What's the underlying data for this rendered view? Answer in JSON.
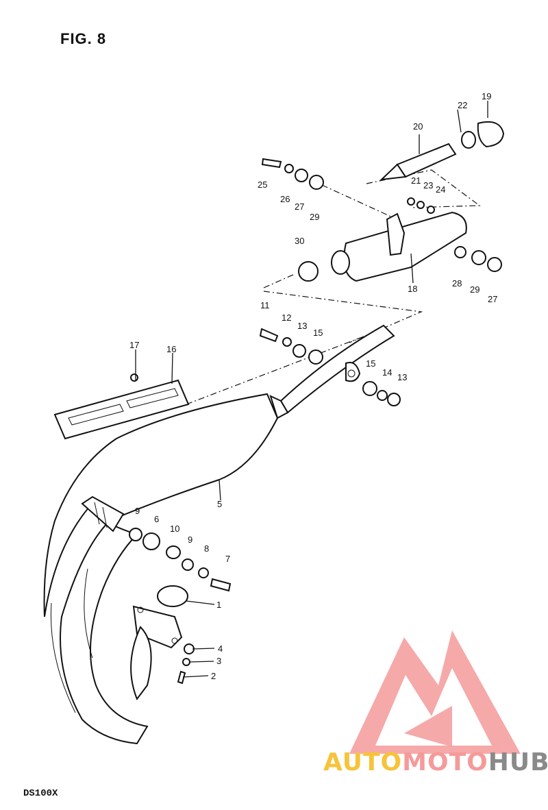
{
  "figure": {
    "title": "FIG. 8",
    "model": "DS100X"
  },
  "watermark": {
    "part1": "AUTO",
    "part2": "MOTO",
    "part3": "HUB",
    "colors": {
      "auto": "#f7c33a",
      "moto": "#f59a9a",
      "hub": "#8a8a8a",
      "logo": "#f59a9a"
    }
  },
  "callouts": [
    {
      "id": "c1",
      "label": "1"
    },
    {
      "id": "c2",
      "label": "2"
    },
    {
      "id": "c3",
      "label": "3"
    },
    {
      "id": "c4",
      "label": "4"
    },
    {
      "id": "c5",
      "label": "5"
    },
    {
      "id": "c6",
      "label": "6"
    },
    {
      "id": "c7",
      "label": "7"
    },
    {
      "id": "c8",
      "label": "8"
    },
    {
      "id": "c9a",
      "label": "9"
    },
    {
      "id": "c9b",
      "label": "9"
    },
    {
      "id": "c10",
      "label": "10"
    },
    {
      "id": "c11",
      "label": "11"
    },
    {
      "id": "c12",
      "label": "12"
    },
    {
      "id": "c13a",
      "label": "13"
    },
    {
      "id": "c13b",
      "label": "13"
    },
    {
      "id": "c14",
      "label": "14"
    },
    {
      "id": "c15a",
      "label": "15"
    },
    {
      "id": "c15b",
      "label": "15"
    },
    {
      "id": "c16",
      "label": "16"
    },
    {
      "id": "c17",
      "label": "17"
    },
    {
      "id": "c18",
      "label": "18"
    },
    {
      "id": "c19",
      "label": "19"
    },
    {
      "id": "c20",
      "label": "20"
    },
    {
      "id": "c21",
      "label": "21"
    },
    {
      "id": "c22",
      "label": "22"
    },
    {
      "id": "c23",
      "label": "23"
    },
    {
      "id": "c24",
      "label": "24"
    },
    {
      "id": "c25",
      "label": "25"
    },
    {
      "id": "c26",
      "label": "26"
    },
    {
      "id": "c27a",
      "label": "27"
    },
    {
      "id": "c27b",
      "label": "27"
    },
    {
      "id": "c28",
      "label": "28"
    },
    {
      "id": "c29a",
      "label": "29"
    },
    {
      "id": "c29b",
      "label": "29"
    },
    {
      "id": "c30",
      "label": "30"
    }
  ]
}
